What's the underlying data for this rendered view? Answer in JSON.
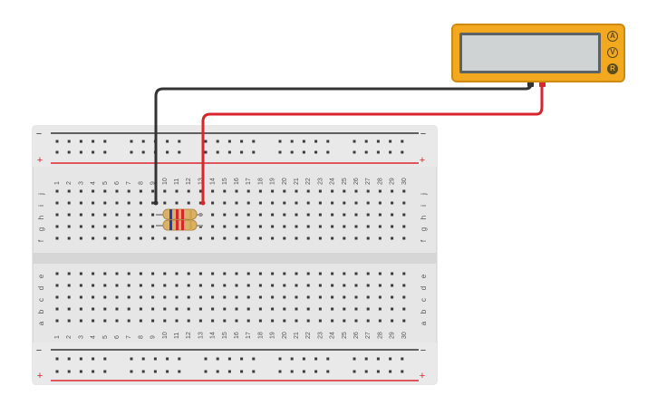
{
  "breadboard": {
    "columns": [
      1,
      2,
      3,
      4,
      5,
      6,
      7,
      8,
      9,
      10,
      11,
      12,
      13,
      14,
      15,
      16,
      17,
      18,
      19,
      20,
      21,
      22,
      23,
      24,
      25,
      26,
      27,
      28,
      29,
      30
    ],
    "top_rows": [
      "j",
      "i",
      "h",
      "g",
      "f"
    ],
    "bottom_rows": [
      "e",
      "d",
      "c",
      "b",
      "a"
    ],
    "rail_minus": "−",
    "rail_plus": "+",
    "colors": {
      "body": "#e6e6e6",
      "hole": "#3a3a3a",
      "rail_red": "#d9262c",
      "rail_black": "#333333"
    }
  },
  "multimeter": {
    "modes": [
      "A",
      "V",
      "R"
    ],
    "selected_mode": "R",
    "colors": {
      "body": "#f2a91f",
      "display": "#cfd3d4"
    }
  },
  "components": {
    "resistors": [
      {
        "bands": [
          "#1f3fbf",
          "#d9262c",
          "#d9262c",
          "#d8a640"
        ]
      },
      {
        "bands": [
          "#1f3fbf",
          "#d9262c",
          "#d9262c",
          "#d8a640"
        ]
      }
    ]
  },
  "wires": {
    "black": "#333333",
    "red": "#d9262c"
  }
}
